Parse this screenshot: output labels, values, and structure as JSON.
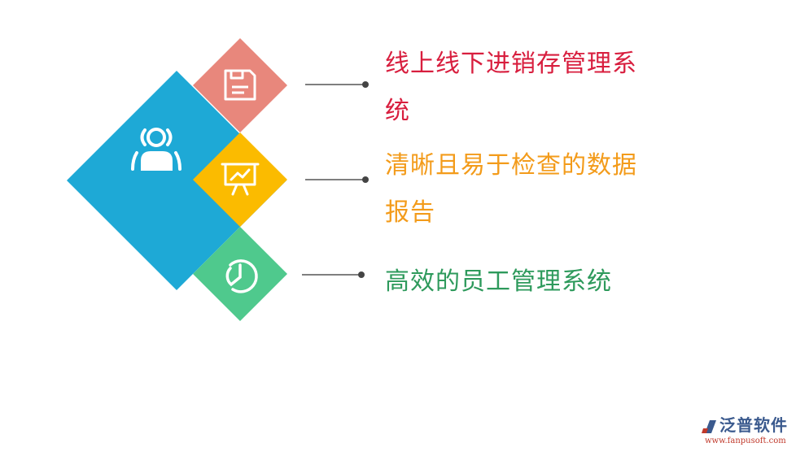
{
  "items": [
    {
      "text": "线上线下进销存管理系统",
      "color": "#d81e3e",
      "icon": "floppy-disk-icon"
    },
    {
      "text": "清晰且易于检查的数据报告",
      "color": "#f39b1a",
      "icon": "presentation-chart-icon"
    },
    {
      "text": "高效的员工管理系统",
      "color": "#2e9a5c",
      "icon": "pie-chart-icon"
    }
  ],
  "center_icon": "user-icon",
  "colors": {
    "blue": "#1ea9d6",
    "salmon": "#e8877c",
    "yellow": "#fbbb00",
    "green": "#4fc98d",
    "connector": "#444444"
  },
  "logo": {
    "name": "泛普软件",
    "url": "www.fanpusoft.com",
    "name_color": "#3b5a8e",
    "url_color": "#c0392b"
  }
}
